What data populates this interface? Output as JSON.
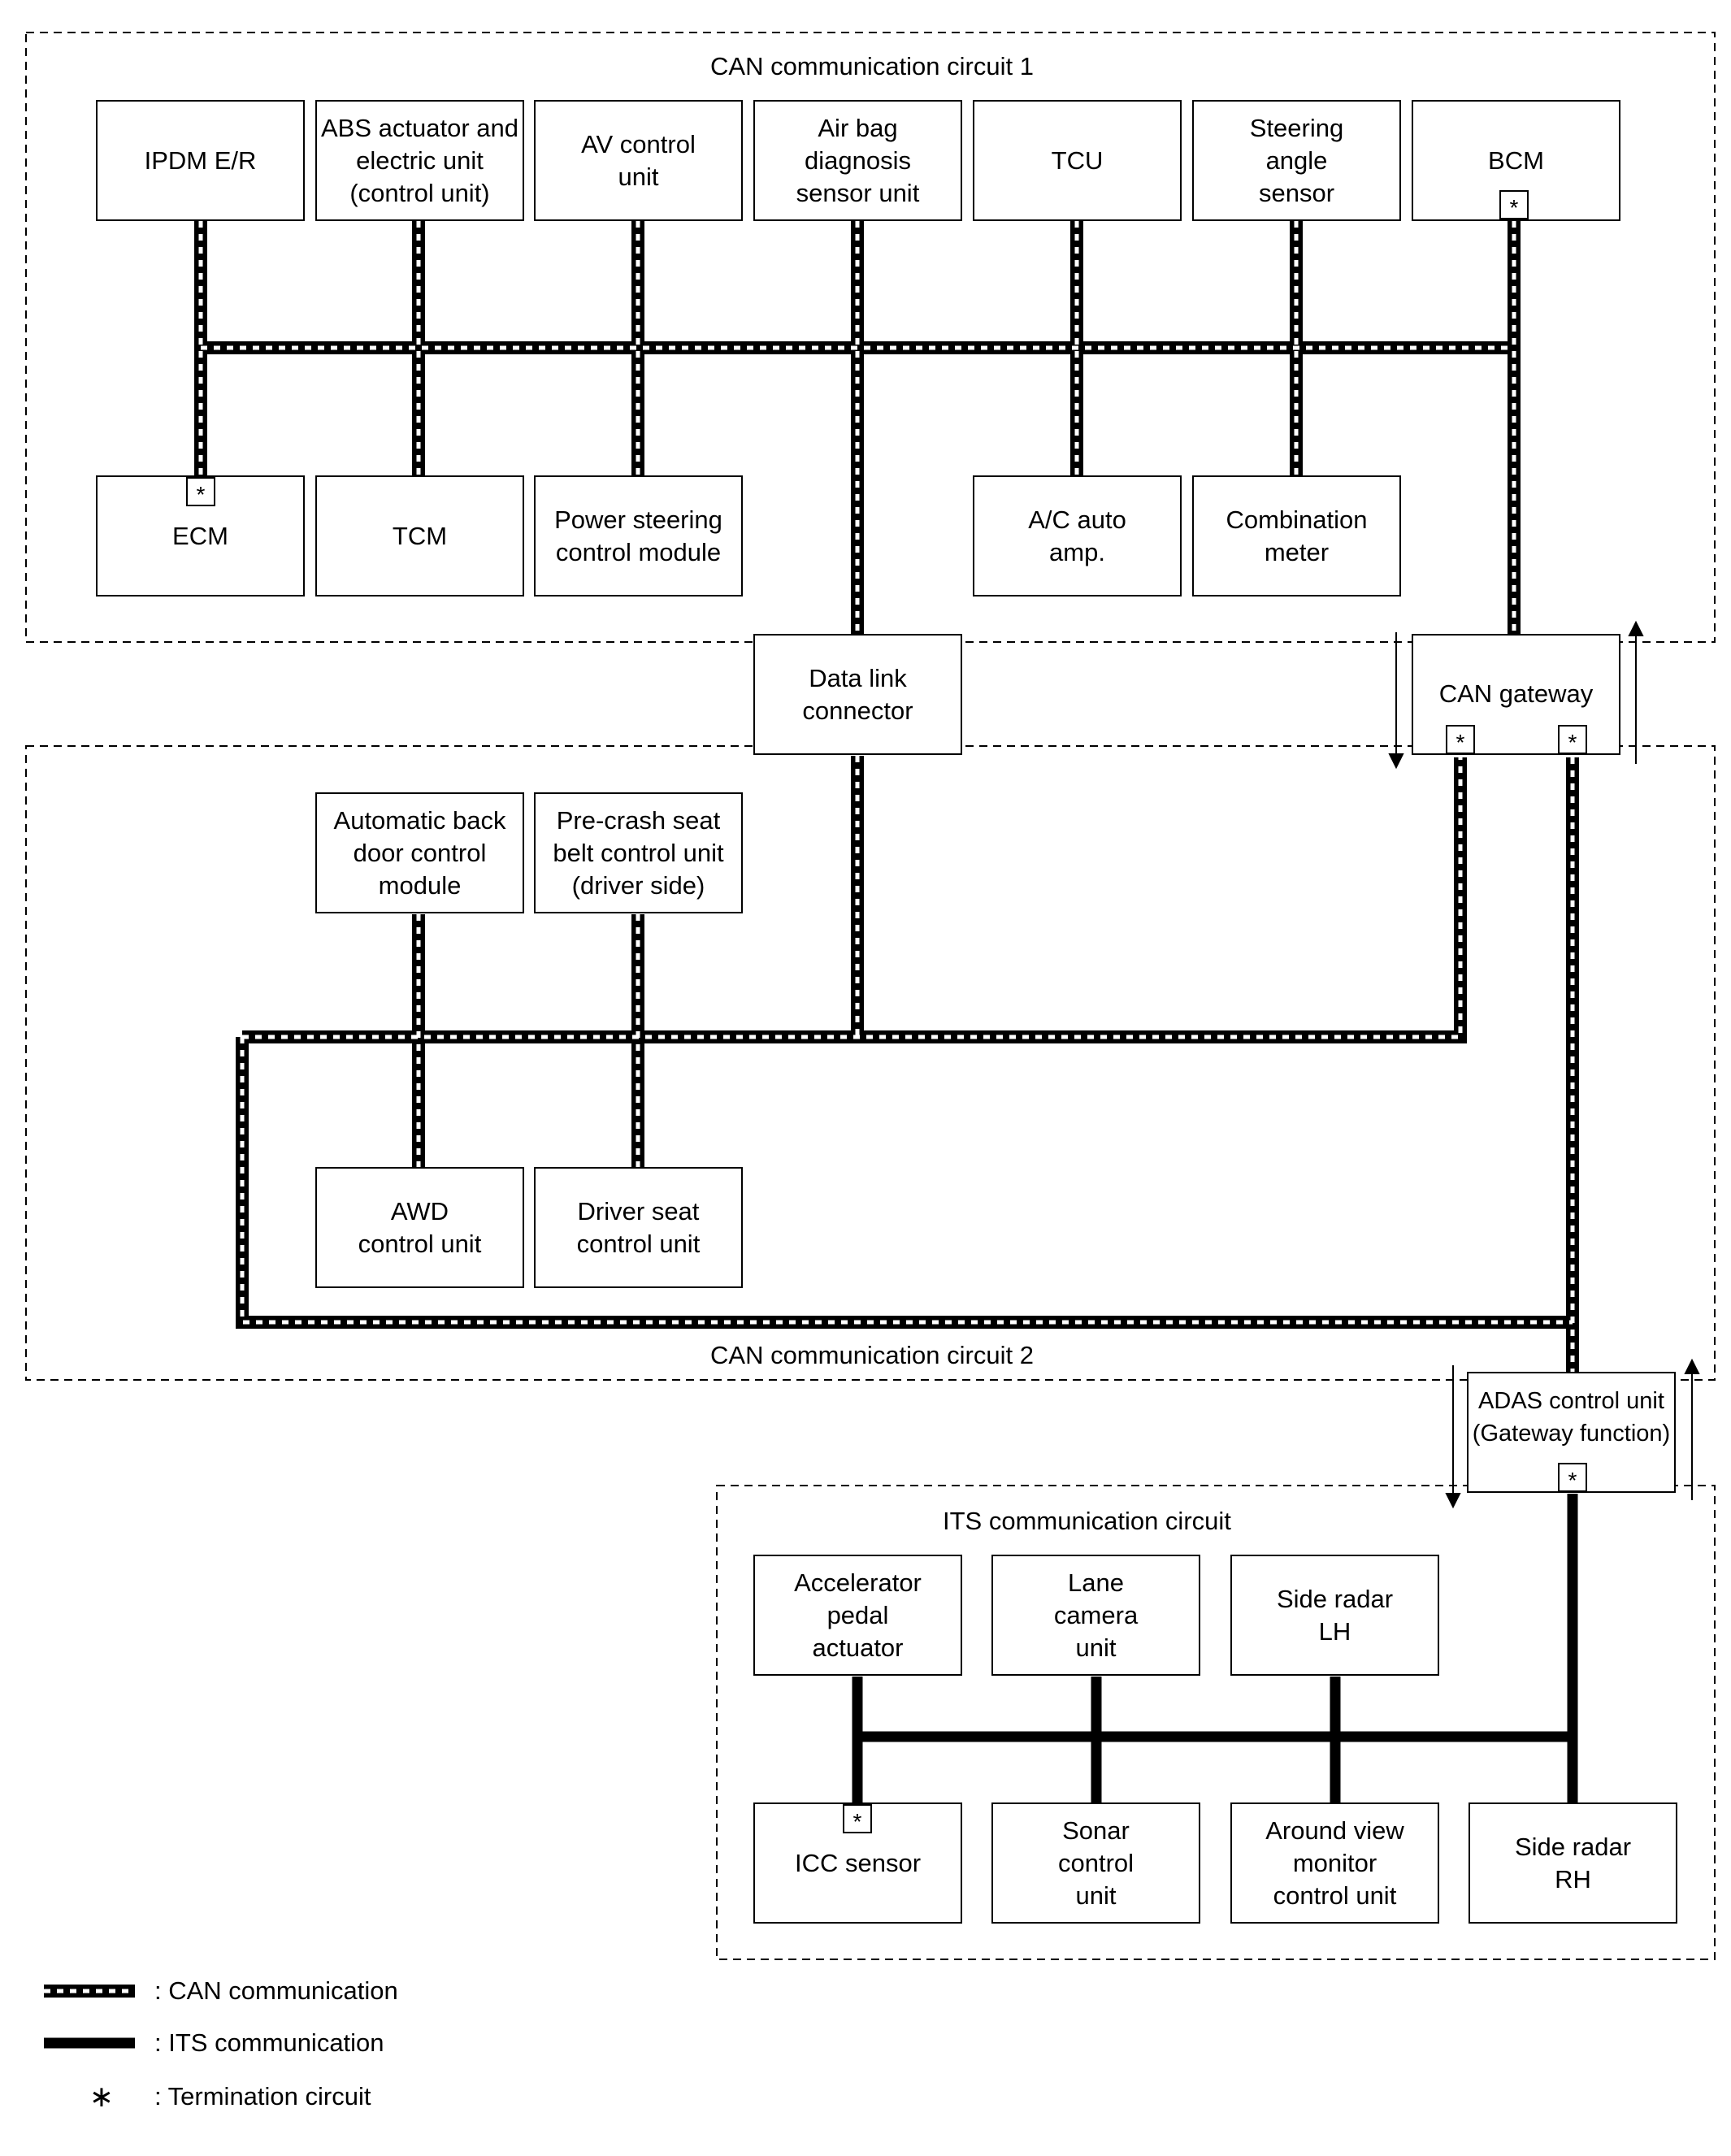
{
  "circuits": {
    "can1_title": "CAN communication circuit 1",
    "can2_title": "CAN communication circuit 2",
    "its_title": "ITS communication circuit"
  },
  "nodes": {
    "ipdm": "IPDM E/R",
    "abs": "ABS actuator and\nelectric unit\n(control unit)",
    "av": "AV control\nunit",
    "airbag": "Air bag\ndiagnosis\nsensor unit",
    "tcu": "TCU",
    "steering_angle": "Steering\nangle\nsensor",
    "bcm": "BCM",
    "ecm": "ECM",
    "tcm": "TCM",
    "power_steering": "Power steering\ncontrol module",
    "ac_auto_amp": "A/C auto\namp.",
    "combination_meter": "Combination\nmeter",
    "data_link": "Data link\nconnector",
    "can_gateway": "CAN gateway",
    "auto_back_door": "Automatic back\ndoor control\nmodule",
    "precrash_seatbelt": "Pre-crash seat\nbelt control unit\n(driver side)",
    "awd": "AWD\ncontrol unit",
    "driver_seat": "Driver seat\ncontrol unit",
    "adas": "ADAS control unit\n(Gateway function)",
    "accel_pedal": "Accelerator\npedal\nactuator",
    "lane_camera": "Lane\ncamera\nunit",
    "side_radar_lh": "Side radar\nLH",
    "icc_sensor": "ICC sensor",
    "sonar": "Sonar\ncontrol\nunit",
    "around_view": "Around view\nmonitor\ncontrol unit",
    "side_radar_rh": "Side radar\nRH"
  },
  "termination_mark": "*",
  "legend": {
    "can": ": CAN communication",
    "its": ": ITS communication",
    "termination_symbol": "∗",
    "termination": ": Termination circuit"
  }
}
